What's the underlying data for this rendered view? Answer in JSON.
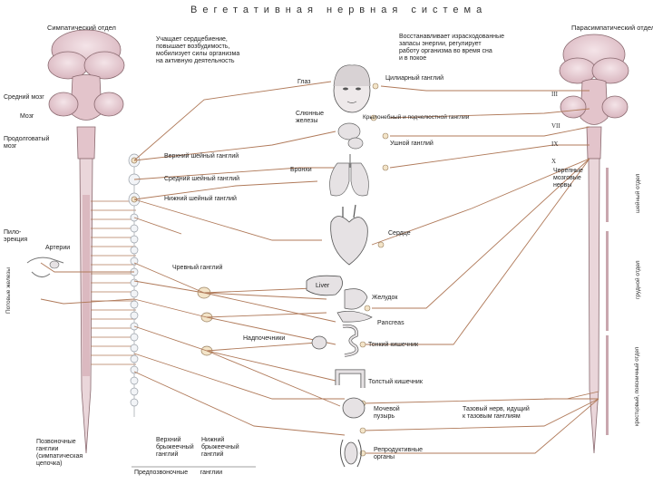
{
  "title": "Вегетативная нервная система",
  "sympathetic_title": "Симпатический отдел",
  "parasympathetic_title": "Парасимпатический отдел",
  "sympathetic_desc": "Учащает сердцебиение,\nповышает возбудимость,\nмобилизует силы организма\nна активную деятельность",
  "parasympathetic_desc": "Восстанавливает израсходованные\nзапасы энергии, регулирует\nработу организма во время сна\nи в покое",
  "brain_labels": {
    "midbrain": "Средний мозг",
    "medulla": "Мозг",
    "pons": "Продолговатый\nмозг"
  },
  "ganglia": {
    "ciliary": "Цилиарный ганглий",
    "pterygopalatine": "Крылонебный и подчелюстной ганглии",
    "otic": "Ушной ганглий",
    "superior_cervical": "Верхний шейный ганглий",
    "middle_cervical": "Средний шейный ганглий",
    "inferior_cervical": "Нижний шейный ганглий",
    "celiac": "Чревный ганглий",
    "superior_mesenteric": "Верхний\nбрыжеечный\nганглий",
    "inferior_mesenteric": "Нижний\nбрыжеечный\nганглий",
    "prevertebral": "Предпозвоночные       ганглии",
    "paravertebral": "Позвоночные\nганглии\n(симпатическая\nцепочка)"
  },
  "organs": {
    "eye": "Глаз",
    "glands": "Слюнные\nжелезы",
    "bronchi": "Бронхи",
    "heart": "Сердце",
    "liver": "Liver",
    "stomach": "Желудок",
    "pancreas": "Pancreas",
    "adrenal": "Надпочечники",
    "small_intestine": "Тонкий кишечник",
    "large_intestine": "Толстый кишечник",
    "bladder": "Мочевой\nпузырь",
    "reproductive": "Репродуктивные\nорганы"
  },
  "other": {
    "piloerection": "Пило-\nэрекция",
    "arteries": "Артерии",
    "sweat_glands": "Потовые\nжелезы",
    "cranial_nerves": "Черепные\nмозговые\nнервы",
    "pelvic_nerve": "Тазовый нерв, идущий\nк тазовым ганглиям"
  },
  "roman": [
    "III",
    "VII",
    "IX",
    "X"
  ],
  "spine_regions": {
    "cervical": "шейный отдел",
    "thoracic": "грудной отдел",
    "lumbar": "крестцовый, поясничный отдел"
  },
  "colors": {
    "line": "#b07a5a",
    "brain": "#e8cdd3",
    "brain_stroke": "#8a6a70",
    "organ": "#e6e2e4",
    "organ_stroke": "#6a6a6a",
    "ganglion": "#f3e4c8"
  }
}
